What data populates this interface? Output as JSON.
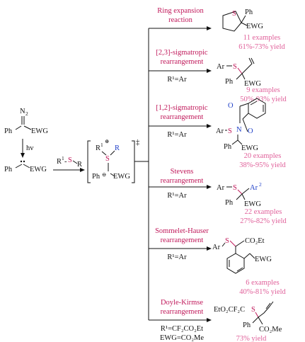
{
  "colors": {
    "title": "#c0185a",
    "yield": "#e0609a",
    "sulfur": "#c0185a",
    "substituent": "#2040c8",
    "text": "#111111"
  },
  "start": {
    "n2": "N",
    "n2_sub": "2",
    "ph": "Ph",
    "ewg": "EWG",
    "light": "hv",
    "carbene_ph": "Ph",
    "carbene_ewg": "EWG"
  },
  "reagent": {
    "r1": "R",
    "r1_sup": "1",
    "dash": "-",
    "s": "S",
    "dash2": "-",
    "r": "R"
  },
  "ylide": {
    "r1": "R",
    "r1_sup": "1",
    "s": "S",
    "plus": "⊕",
    "r": "R",
    "ph": "Ph",
    "minus": "⊖",
    "ewg": "EWG",
    "dagger": "‡"
  },
  "routes": [
    {
      "title": [
        "Ring expansion",
        "reaction"
      ],
      "condition": [],
      "examples": "11 examples",
      "yield": "61%-73% yield"
    },
    {
      "title": [
        "[2,3]-sigmatropic",
        "rearrangement"
      ],
      "condition": [
        "R¹=Ar"
      ],
      "examples": "9 examples",
      "yield": "50%-93% yield"
    },
    {
      "title": [
        "[1,2]-sigmatropic",
        "rearrangement"
      ],
      "condition": [
        "R¹=Ar"
      ],
      "examples": "20 examples",
      "yield": "38%-95% yield"
    },
    {
      "title": [
        "Stevens",
        "rearrangement"
      ],
      "condition": [
        "R¹=Ar"
      ],
      "examples": "22 examples",
      "yield": "27%-82% yield"
    },
    {
      "title": [
        "Sommelet-Hauser",
        "rearrangement"
      ],
      "condition": [
        "R¹=Ar"
      ],
      "examples": "6 examples",
      "yield": "40%-81% yield"
    },
    {
      "title": [
        "Doyle-Kirmse",
        "rearrangement"
      ],
      "condition": [
        "R¹=CF₂CO₂Et",
        "EWG=CO₂Me"
      ],
      "examples": "",
      "yield": "73% yield"
    }
  ],
  "products": {
    "p1": {
      "s": "S",
      "ph": "Ph",
      "ewg": "EWG"
    },
    "p2": {
      "ar": "Ar",
      "s": "S",
      "ph": "Ph",
      "ewg": "EWG"
    },
    "p3": {
      "ar": "Ar",
      "s": "S",
      "n": "N",
      "o1": "O",
      "o2": "O",
      "ph": "Ph",
      "ewg": "EWG"
    },
    "p4": {
      "ar": "Ar",
      "s": "S",
      "ar2": "Ar",
      "ar2_sup": "2",
      "ph": "Ph",
      "ewg": "EWG"
    },
    "p5": {
      "ar": "Ar",
      "s": "S",
      "co2et": "CO₂Et",
      "ewg": "EWG"
    },
    "p6": {
      "left": "EtO₂CF₂C",
      "s": "S",
      "ph": "Ph",
      "co2me": "CO₂Me"
    }
  }
}
